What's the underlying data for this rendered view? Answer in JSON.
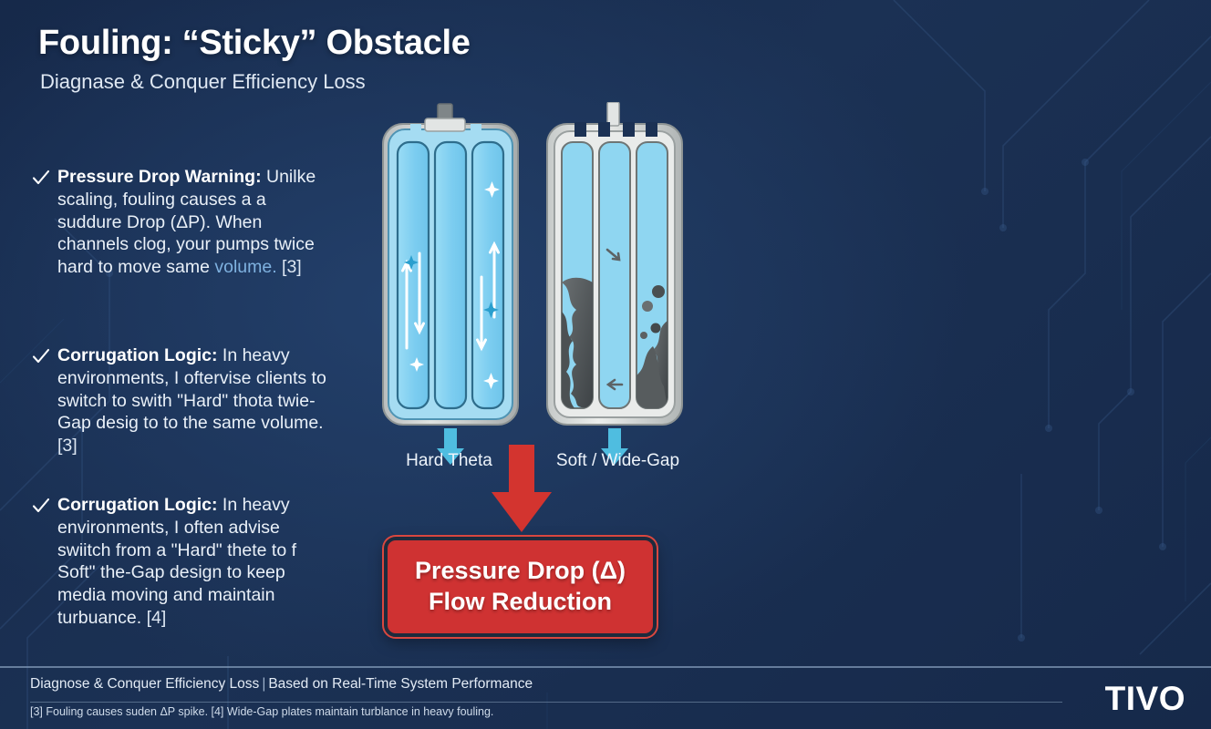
{
  "slide": {
    "title": "Fouling: “Sticky” Obstacle",
    "subtitle": "Diagnase & Conquer Efficiency Loss"
  },
  "bullets": [
    {
      "icon": "check-icon",
      "lead": "Pressure Drop Warning:",
      "body": " Unilke scaling, fouling causes a a suddure Drop (ΔP). When channels clog, your pumps twice hard to move same ",
      "accent": "volume.",
      "ref": " [3]"
    },
    {
      "icon": "check-icon",
      "lead": "Corrugation Logic:",
      "body": " In heavy environments, I oftervise clients to switch to swith  \"Hard\" thota twie-Gap desig to to the same volume. ",
      "accent": "",
      "ref": " [3]"
    },
    {
      "icon": "check-icon",
      "lead": "Corrugation Logic:",
      "body": " In heavy environments, I often advise swiitch from a \"Hard\" thete to f Soft\" the-Gap design to keep media moving and maintain turbuance.",
      "accent": "",
      "ref": " [4]"
    }
  ],
  "diagram": {
    "left_plate_label": "Hard Theta",
    "right_plate_label": "Soft / Wide-Gap",
    "left_plate_name": "clean-plate-diagram",
    "right_plate_name": "fouled-plate-diagram",
    "colors": {
      "fluid": "#8ed6f2",
      "fluid_dark": "#63c2e8",
      "frame": "#d8dbd9",
      "frame_edge": "#9aa0a0",
      "fouling": "#565a5c",
      "fouling_dark": "#3f4447",
      "arrow_blue": "#4fbde0",
      "alert_red": "#cf3232"
    }
  },
  "callout": {
    "line1": "Pressure Drop (Δ)",
    "line2": "Flow Reduction",
    "color": "#cf3232"
  },
  "footer": {
    "left": "Diagnose & Conquer Efficiency Loss",
    "separator": "|",
    "right": "Based on Real-Time System Performance",
    "notes": "[3] Fouling causes suden ΔP spike.  [4] Wide-Gap plates maintain turblance in heavy fouling.",
    "brand": "TIVO"
  }
}
